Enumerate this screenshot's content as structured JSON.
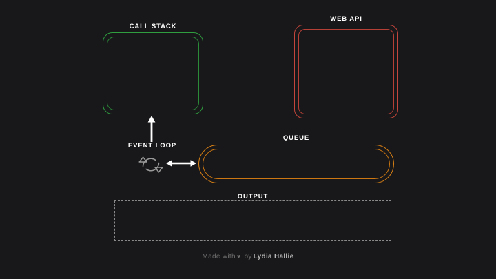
{
  "theme": {
    "background": "#18181a",
    "label_color": "#ffffff",
    "callstack_border_outer": "#2f9e3f",
    "callstack_border_inner": "#2a8a38",
    "webapi_border_outer": "#c4453b",
    "webapi_border_inner": "#b63f36",
    "queue_border_outer": "#d98014",
    "queue_border_inner": "#cc7711",
    "output_border": "#8a8a8a",
    "arrow_color": "#ffffff",
    "eventloop_icon_color": "#9a9a9a",
    "footer_color": "#6d6d6d",
    "footer_author_color": "#b8b8b8"
  },
  "sections": {
    "call_stack": {
      "label": "CALL STACK",
      "items": []
    },
    "web_api": {
      "label": "WEB API",
      "items": []
    },
    "queue": {
      "label": "QUEUE",
      "items": []
    },
    "output": {
      "label": "OUTPUT",
      "items": []
    },
    "event_loop": {
      "label": "EVENT LOOP",
      "icon": "sync-loop-icon"
    }
  },
  "arrows": {
    "queue_to_callstack": "arrow-up-icon",
    "eventloop_to_queue": "arrow-left-right-icon"
  },
  "footer": {
    "prefix": "Made with",
    "heart": "♥",
    "by": "by",
    "author": "Lydia Hallie"
  }
}
